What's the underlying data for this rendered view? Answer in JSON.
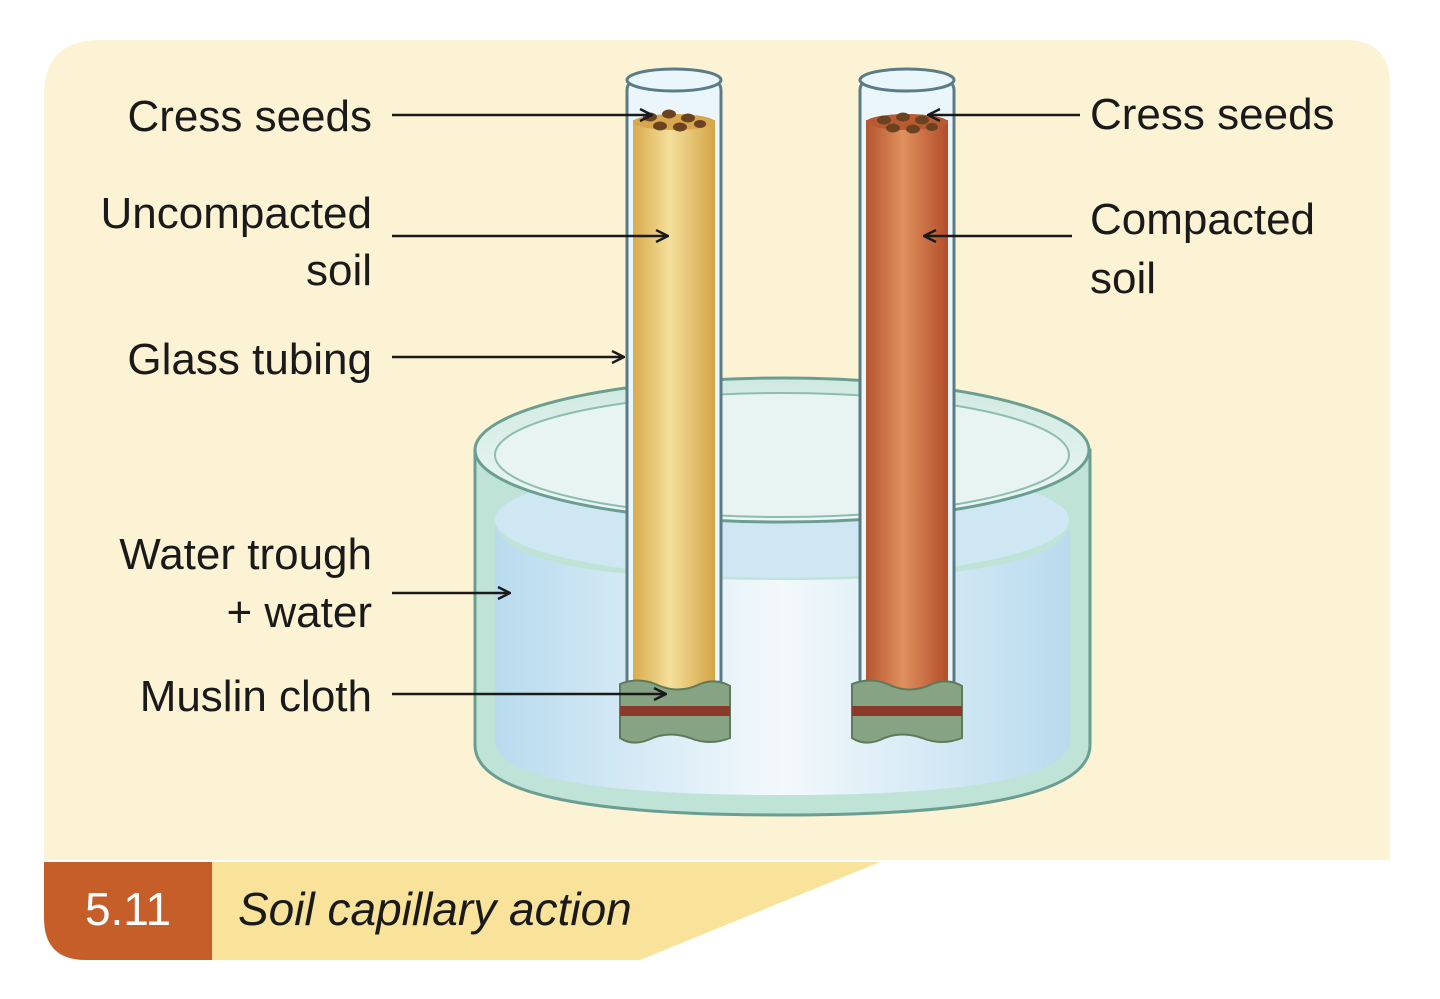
{
  "figure": {
    "number": "5.11",
    "title": "Soil capillary action"
  },
  "labels_left": {
    "cress_seeds": "Cress seeds",
    "uncompacted_line1": "Uncompacted",
    "uncompacted_line2": "soil",
    "glass_tubing": "Glass tubing",
    "water_line1": "Water trough",
    "water_line2": "+ water",
    "muslin_cloth": "Muslin cloth"
  },
  "labels_right": {
    "cress_seeds": "Cress seeds",
    "compacted_line1": "Compacted",
    "compacted_line2": "soil"
  },
  "colors": {
    "panel": "#fcf2d4",
    "caption_number_bg": "#c65e2a",
    "caption_title_bg": "#f9e39a",
    "uncompacted_soil": "#e8c56e",
    "compacted_soil": "#c9683c",
    "water": "#d9ecf6",
    "trough_glass": "#bfe3d6",
    "muslin": "#86a383",
    "muslin_band": "#8b3a2a"
  }
}
